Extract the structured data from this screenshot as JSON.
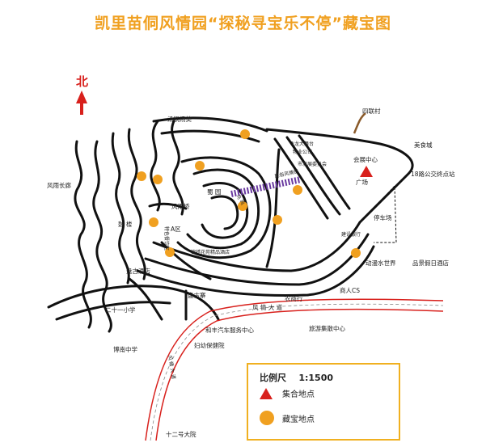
{
  "title": "凯里苗侗风情园“探秘寻宝乐不停”藏宝图",
  "compass": "北",
  "places": {
    "tangguo": "汤锅汤美",
    "siliancun": "四联村",
    "feilong": "飞龙大舞台",
    "feilong_sub": "物业公司",
    "shijie": "市发展委员会",
    "huizhan": "会展中心",
    "meishi": "美食城",
    "guangchang": "广场",
    "bus_station": "18路公交终点站",
    "fengyu_changlang": "风雨长廊",
    "fengyuqiao": "风雨桥",
    "shuyuan": "蜀 园",
    "gulou": "鼓 楼",
    "tese": "特色餐饮区",
    "a_area": "A区",
    "parking": "停车场",
    "jianshe": "建设银行",
    "shuishang": "动漫水世界",
    "pinshang": "品景假日酒店",
    "jinyu": "锦绣花苑精品酒店",
    "panjiu": "盘古酒店",
    "panzhai": "盘古寨",
    "ershiyi": "二十一小学",
    "nongshang": "农商行",
    "shangren": "商人CS",
    "fengqingdadao": "风 情 大 道",
    "hefeng": "和丰汽车服务中心",
    "lvyou": "旅游集散中心",
    "fuyou": "妇幼保健院",
    "boyu": "博南中学",
    "fengqing_v": "风 情 大 道",
    "shierhao": "十二号大院",
    "minsu_road": "民俗风情街",
    "mid_label": "鸟 鸣"
  },
  "legend": {
    "scale_label": "比例尺",
    "scale_value": "1:1500",
    "assembly_label": "集合地点",
    "treasure_label": "藏宝地点"
  },
  "colors": {
    "title": "#f0a020",
    "treasure": "#f0a020",
    "assembly": "#d8201c",
    "road": "#111111",
    "purple_road": "#6a3aa0",
    "main_road": "#d8201c",
    "creek": "#8a5a2a",
    "legend_border": "#f0b020"
  }
}
